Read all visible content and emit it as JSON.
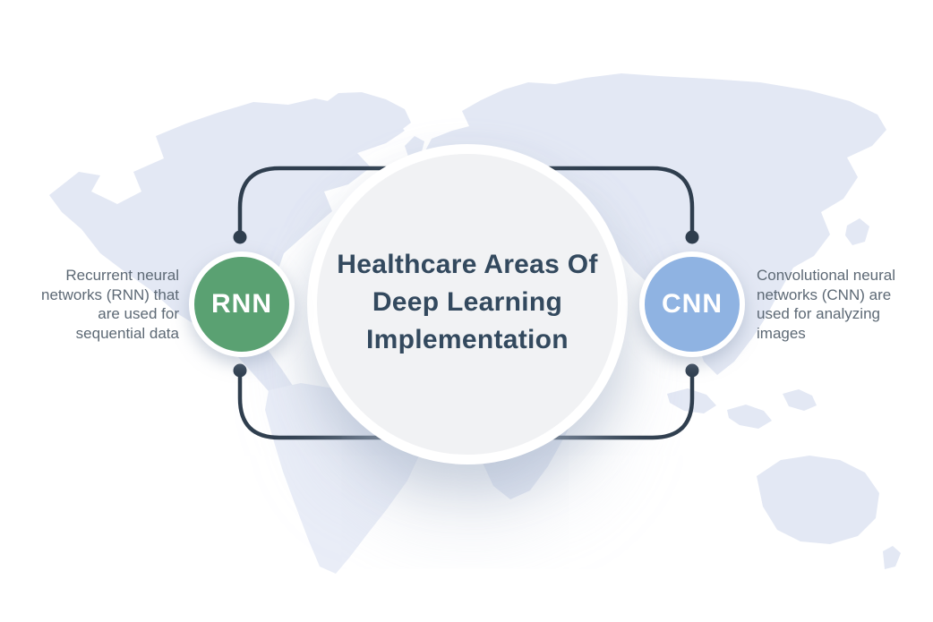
{
  "diagram": {
    "title_lines": [
      "Healthcare Areas Of",
      "Deep Learning",
      "Implementation"
    ],
    "nodes": [
      {
        "label": "RNN",
        "color": "#5aa172",
        "description_lines": [
          "Recurrent neural",
          "networks (RNN) that",
          "are used for",
          "sequential data"
        ]
      },
      {
        "label": "CNN",
        "color": "#8fb3e2",
        "description_lines": [
          "Convolutional neural",
          "networks (CNN) are",
          "used for analyzing",
          "images"
        ]
      }
    ],
    "colors": {
      "connector": "#2f3e4e",
      "rnn_circle": "#5aa172",
      "cnn_circle": "#8fb3e2",
      "center_circle_fill": "#f1f2f4",
      "map_land": "#e3e8f4",
      "title_text": "#33495e",
      "description_text": "#5d6975"
    }
  }
}
